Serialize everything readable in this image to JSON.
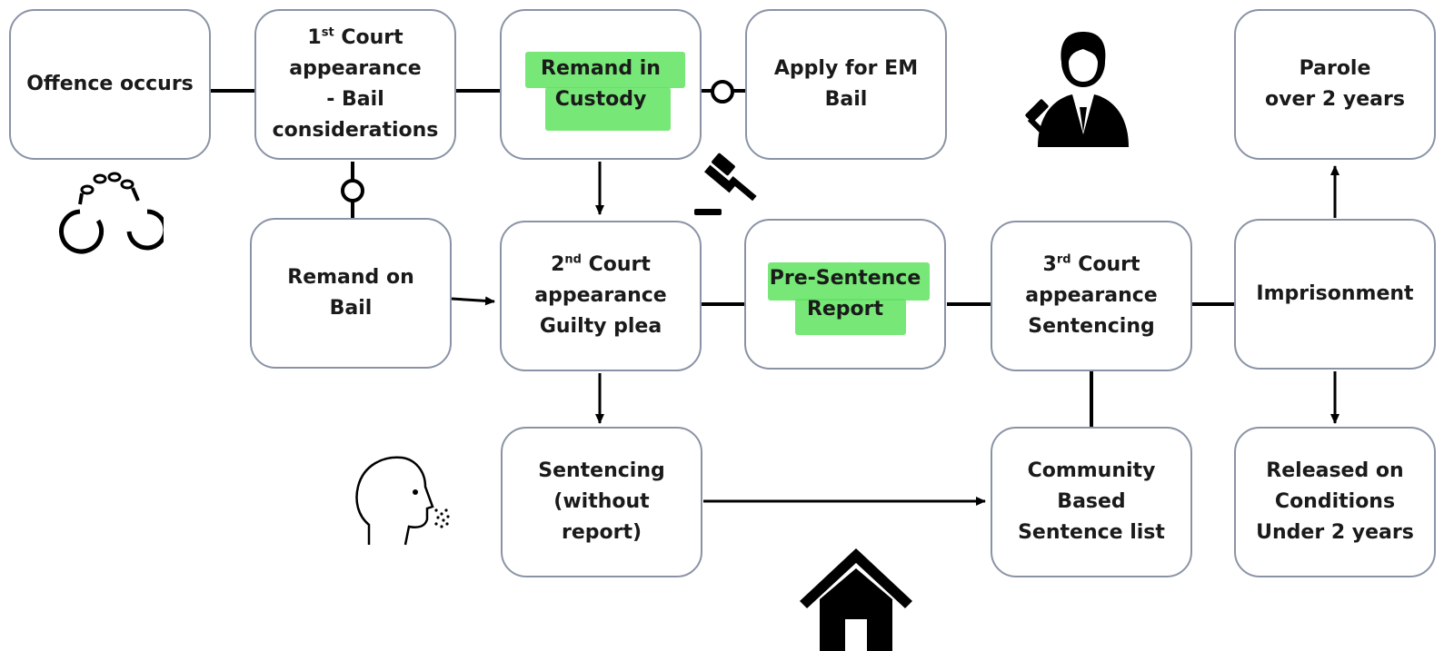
{
  "boxes": {
    "offence": "Offence occurs",
    "court1": {
      "prefix": "1",
      "sup": "st",
      "rest": " Court\nappearance\n- Bail\nconsiderations"
    },
    "remand_custody": "Remand in\nCustody",
    "em_bail": "Apply for EM\nBail",
    "parole": "Parole\nover 2 years",
    "remand_bail": "Remand on\nBail",
    "court2": {
      "prefix": "2",
      "sup": "nd",
      "rest": " Court\nappearance\nGuilty plea"
    },
    "psr": "Pre-Sentence\nReport",
    "court3": {
      "prefix": "3",
      "sup": "rd",
      "rest": " Court\nappearance\nSentencing"
    },
    "imprisonment": "Imprisonment",
    "sentencing_no_report": "Sentencing\n(without\nreport)",
    "community": "Community\nBased\nSentence list",
    "released": "Released on\nConditions\nUnder 2 years"
  },
  "highlight_color": "#5fe35f",
  "icons": [
    "handcuffs-icon",
    "judge-icon",
    "gavel-icon",
    "speaking-head-icon",
    "house-icon"
  ]
}
